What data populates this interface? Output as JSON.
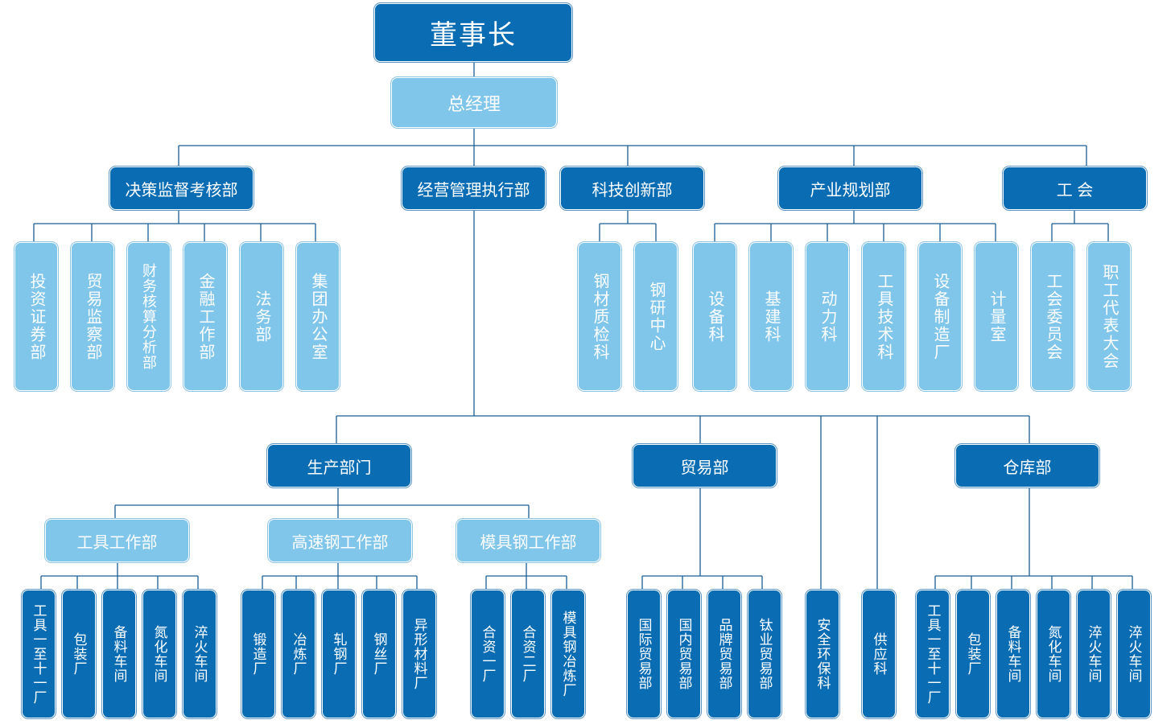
{
  "chairman": "董事长",
  "general_manager": "总经理",
  "top_departments": {
    "decision": "决策监督考核部",
    "operation": "经营管理执行部",
    "tech": "科技创新部",
    "planning": "产业规划部",
    "union": "工 会"
  },
  "decision_units": [
    "投资证券部",
    "贸易监察部",
    "财务核算分析部",
    "金融工作部",
    "法务部",
    "集团办公室"
  ],
  "tech_units": [
    "钢材质检科",
    "钢研中心"
  ],
  "planning_units": [
    "设备科",
    "基建科",
    "动力科",
    "工具技术科",
    "设备制造厂",
    "计量室"
  ],
  "union_units": [
    "工会委员会",
    "职工代表大会"
  ],
  "operation_subs": {
    "production": "生产部门",
    "trade": "贸易部",
    "safety": "安全环保科",
    "supply": "供应科",
    "warehouse": "仓库部"
  },
  "production_subs": {
    "tool": "工具工作部",
    "hss": "高速钢工作部",
    "mold": "模具钢工作部"
  },
  "tool_units": [
    "工具一至十一厂",
    "包装厂",
    "备料车间",
    "氮化车间",
    "淬火车间"
  ],
  "hss_units": [
    "锻造厂",
    "冶炼厂",
    "轧钢厂",
    "钢丝厂",
    "异形材料厂"
  ],
  "mold_units": [
    "合资一厂",
    "合资二厂",
    "模具钢冶炼厂"
  ],
  "trade_units": [
    "国际贸易部",
    "国内贸易部",
    "品牌贸易部",
    "钛业贸易部"
  ],
  "warehouse_units": [
    "工具一至十一厂",
    "包装厂",
    "备料车间",
    "氮化车间",
    "淬火车间",
    "淬火车间"
  ],
  "colors": {
    "dark": "#0a6db4",
    "light": "#80c5ea",
    "line": "#1a5e93"
  }
}
